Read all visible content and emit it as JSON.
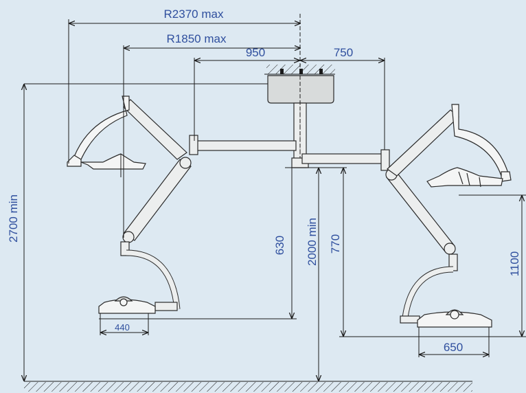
{
  "dimensions": {
    "r_max_large": "R2370 max",
    "r_max_small": "R1850 max",
    "arm_950": "950",
    "arm_750": "750",
    "height_2700": "2700 min",
    "height_630": "630",
    "height_2000": "2000 min",
    "height_770": "770",
    "height_1100": "1100",
    "width_440": "440",
    "width_650": "650"
  },
  "colors": {
    "background": "#dde9f2",
    "dimension_text": "#2f4f9e",
    "lines": "#1b1b1b",
    "arm_fill": "#eceeee"
  }
}
